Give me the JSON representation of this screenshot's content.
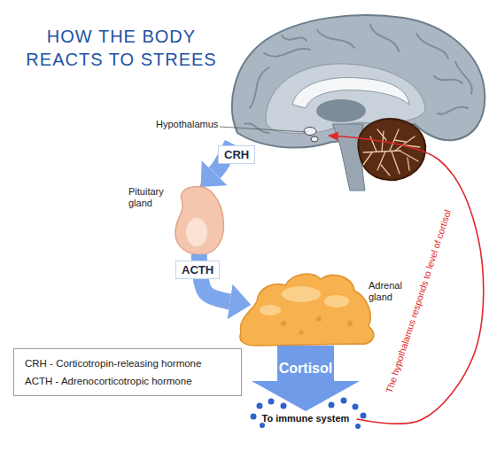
{
  "diagram": {
    "title": "HOW THE BODY REACTS TO STREES",
    "nodes": [
      {
        "text": [
          "Hypothalamus"
        ]
      },
      {
        "text": [
          "Pituitary gland"
        ]
      },
      {
        "text": [
          "Adrenal gland"
        ]
      },
      {
        "text": [
          "To immune system"
        ]
      },
      {
        "text": [
          "CRH - Corticotropin-releasing hormone",
          "ACTH - Adrenocorticotropic hormone"
        ]
      }
    ],
    "edges": [
      {
        "from": 0,
        "to": 1,
        "label": "CRH",
        "arrow": "to"
      },
      {
        "from": 1,
        "to": 2,
        "label": "ACTH",
        "arrow": "to"
      },
      {
        "from": 2,
        "to": 3,
        "label": "Cortisol",
        "arrow": "to"
      },
      {
        "from": 3,
        "to": 0,
        "label": "The hypothalamus responds to level of cortisol",
        "arrow": "to"
      }
    ]
  }
}
